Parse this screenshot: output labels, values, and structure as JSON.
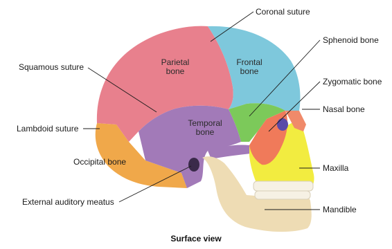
{
  "labels": {
    "coronal_suture": "Coronal suture",
    "sphenoid_bone": "Sphenoid bone",
    "zygomatic_bone": "Zygomatic bone",
    "nasal_bone": "Nasal bone",
    "maxilla": "Maxilla",
    "mandible": "Mandible",
    "squamous_suture": "Squamous suture",
    "lambdoid_suture": "Lambdoid suture",
    "occipital_bone": "Occipital bone",
    "external_auditory_meatus": "External auditory meatus",
    "parietal_bone_line1": "Parietal",
    "parietal_bone_line2": "bone",
    "frontal_bone_line1": "Frontal",
    "frontal_bone_line2": "bone",
    "temporal_bone_line1": "Temporal",
    "temporal_bone_line2": "bone"
  },
  "caption": "Surface view",
  "colors": {
    "parietal": "#e8808d",
    "frontal": "#7ec8dc",
    "temporal": "#a27ab8",
    "occipital": "#f0a84a",
    "sphenoid": "#7cc95a",
    "zygomatic": "#f07a5a",
    "maxilla": "#f2ec40",
    "mandible": "#eedcb4",
    "nasal": "#f08a6a",
    "teeth": "#f6f1e4"
  }
}
